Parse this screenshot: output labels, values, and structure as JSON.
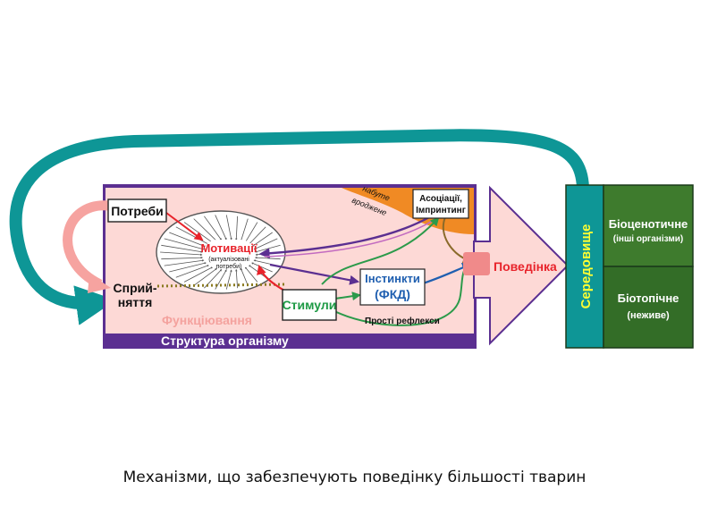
{
  "diagram": {
    "boxes": {
      "potreby": "Потреби",
      "spryiniattia_line1": "Сприй-",
      "spryiniattia_line2": "няття",
      "motyvatsii": "Мотивації",
      "motyvatsii_sub_line1": "(актуалізовані",
      "motyvatsii_sub_line2": "потреби)",
      "stymuly": "Стимули",
      "instynkty_line1": "Інстинкти",
      "instynkty_line2": "(ФКД)",
      "prosti_refleksy": "Прості рефлекси",
      "asotsiatsii_line1": "Асоціації,",
      "asotsiatsii_line2": "Імпринтинг",
      "nabute": "набуте",
      "vrodzhene": "вроджене",
      "povedinka": "Поведінка",
      "funktsiuvannia": "Функціювання",
      "struktura": "Структура організму"
    },
    "environment": {
      "label": "Середовище",
      "biotsenotychne_line1": "Біоценотичне",
      "biotsenotychne_line2": "(інші організми)",
      "biotopichne_line1": "Біотопічне",
      "biotopichne_line2": "(неживе)"
    },
    "colors": {
      "teal": "#0e9696",
      "purple": "#5b2f91",
      "pink_fill": "#fdd9d6",
      "salmon": "#f6a3a0",
      "orange": "#f08a24",
      "green": "#3e7b2d",
      "green_dark": "#336d27",
      "red": "#e8232b",
      "blue": "#1f5fb0",
      "brown": "#8a6a2a"
    }
  },
  "caption": "Механізми, що забезпечують поведінку більшості тварин"
}
